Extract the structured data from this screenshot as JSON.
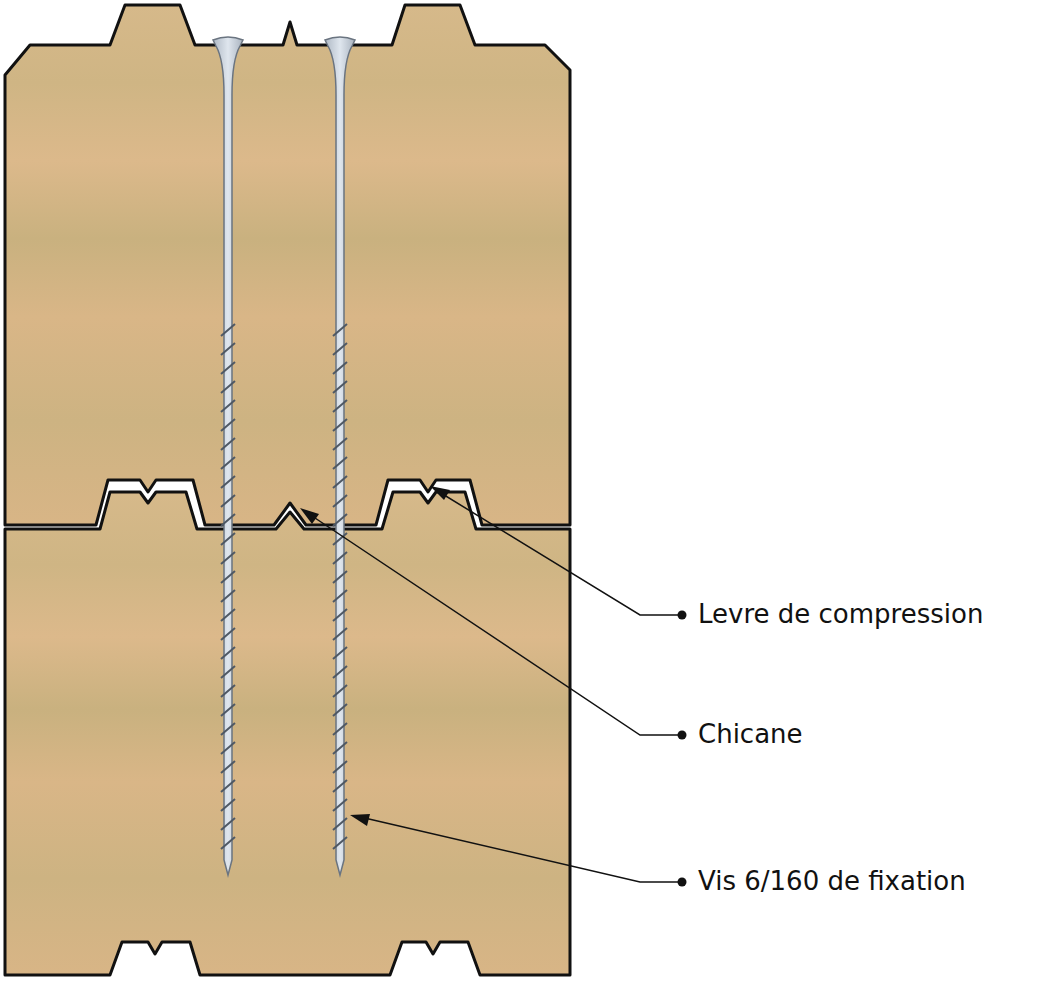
{
  "diagram": {
    "labels": [
      "Levre de compression",
      "Chicane",
      "Vis 6/160 de fixation"
    ]
  }
}
